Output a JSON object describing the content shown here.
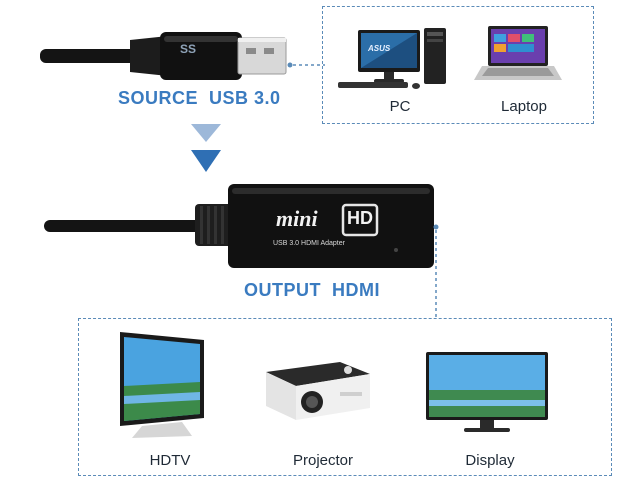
{
  "source_label": "SOURCE  USB 3.0",
  "output_label": "OUTPUT  HDMI",
  "adapter": {
    "brand_mini": "mini",
    "brand_hd": "HD",
    "subtitle": "USB 3.0 HDMI Adapter"
  },
  "usb_logo": "SS",
  "source_devices": [
    {
      "label": "PC",
      "icon": "desktop-pc-icon"
    },
    {
      "label": "Laptop",
      "icon": "laptop-icon"
    }
  ],
  "output_devices": [
    {
      "label": "HDTV",
      "icon": "hdtv-icon"
    },
    {
      "label": "Projector",
      "icon": "projector-icon"
    },
    {
      "label": "Display",
      "icon": "display-monitor-icon"
    }
  ],
  "colors": {
    "accent": "#3a7bc0",
    "arrow": "#2f6fb4",
    "dashed": "#5b8bb8",
    "device_body": "#1b1b1b"
  },
  "pc_screen_brand": "ASUS"
}
